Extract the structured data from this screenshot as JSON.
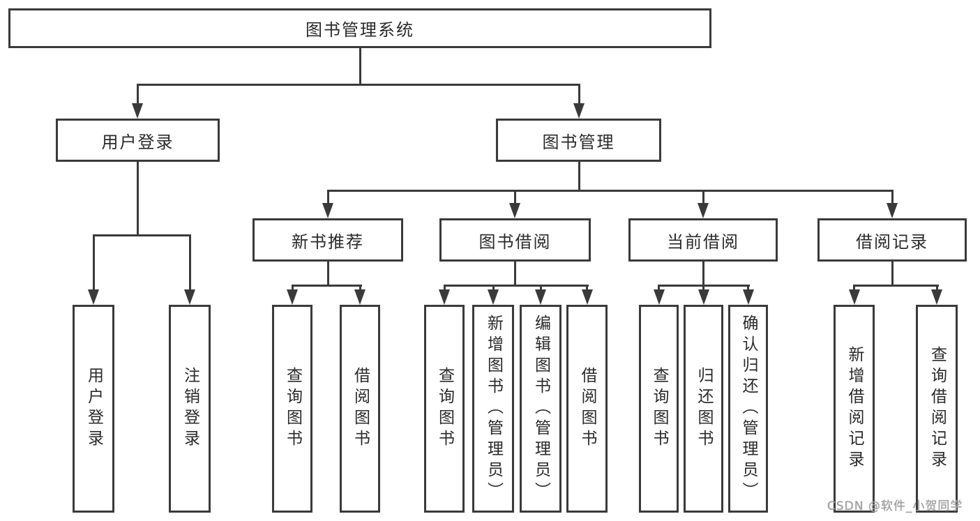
{
  "diagram_title": "图书管理系统",
  "tree": {
    "label": "图书管理系统",
    "children": [
      {
        "label": "用户登录",
        "children": [
          {
            "label": "用户登录"
          },
          {
            "label": "注销登录"
          }
        ]
      },
      {
        "label": "图书管理",
        "children": [
          {
            "label": "新书推荐",
            "children": [
              {
                "label": "查询图书"
              },
              {
                "label": "借阅图书"
              }
            ]
          },
          {
            "label": "图书借阅",
            "children": [
              {
                "label": "查询图书"
              },
              {
                "label": "新增图书（管理员）"
              },
              {
                "label": "编辑图书（管理员）"
              },
              {
                "label": "借阅图书"
              }
            ]
          },
          {
            "label": "当前借阅",
            "children": [
              {
                "label": "查询图书"
              },
              {
                "label": "归还图书"
              },
              {
                "label": "确认归还（管理员）"
              }
            ]
          },
          {
            "label": "借阅记录",
            "children": [
              {
                "label": "新增借阅记录"
              },
              {
                "label": "查询借阅记录"
              }
            ]
          }
        ]
      }
    ]
  },
  "watermark": {
    "text": "CSDN @软件_小贺同学"
  },
  "colors": {
    "line": "#3a3a3a",
    "text": "#2a2a2a",
    "background": "#ffffff",
    "watermark": "#a3a3a3"
  }
}
